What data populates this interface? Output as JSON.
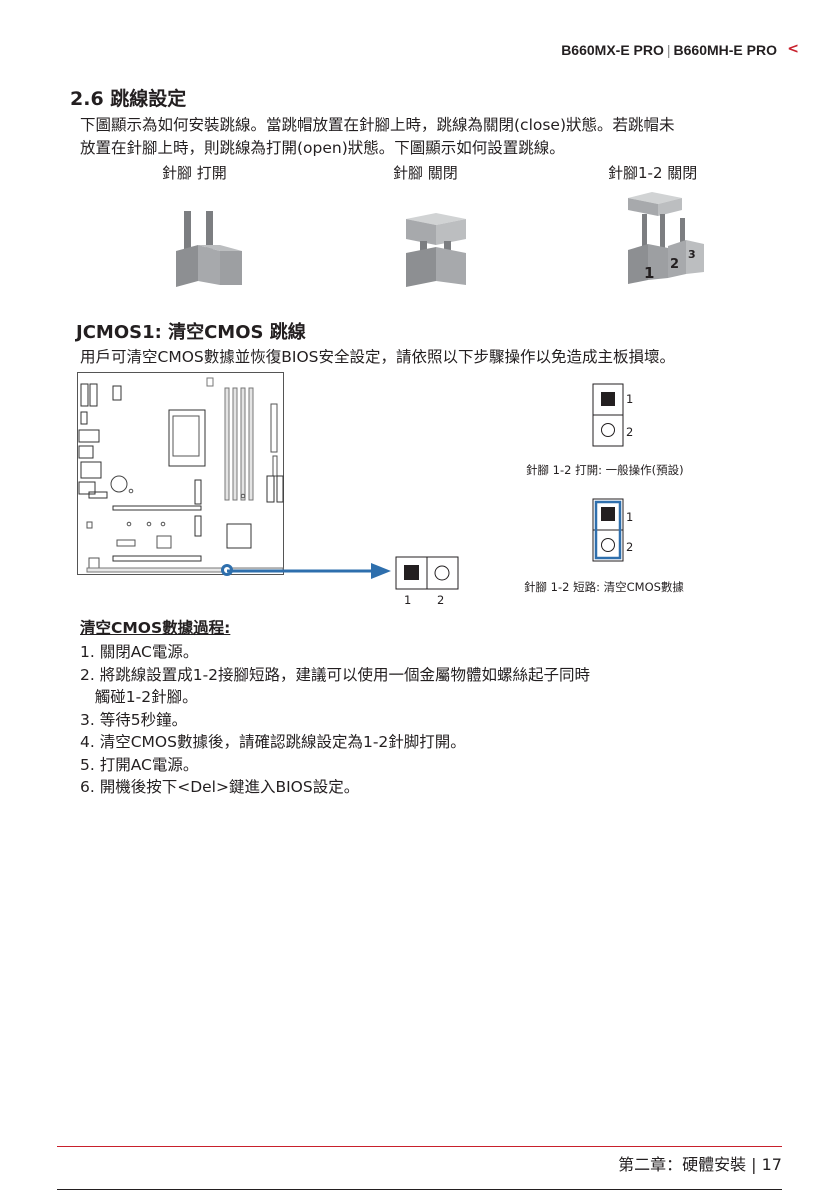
{
  "header": {
    "model_a": "B660MX-E PRO",
    "separator": "|",
    "model_b": "B660MH-E PRO",
    "arrow": "<"
  },
  "section": {
    "title": "2.6 跳線設定",
    "intro_line1": "下圖顯示為如何安裝跳線。當跳帽放置在針腳上時，跳線為關閉(close)狀態。若跳帽未",
    "intro_line2": "放置在針腳上時，則跳線為打開(open)狀態。下圖顯示如何設置跳線。"
  },
  "pin_states": [
    {
      "label": "針腳 打開"
    },
    {
      "label": "針腳 關閉"
    },
    {
      "label": "針腳1-2 關閉"
    }
  ],
  "pin_numbers_3pin": [
    "1",
    "2",
    "3"
  ],
  "jcmos": {
    "title": "JCMOS1: 清空CMOS 跳線",
    "intro": "用戶可清空CMOS數據並恢復BIOS安全設定，請依照以下步驟操作以免造成主板損壞。",
    "callout_pin1": "1",
    "callout_pin2": "2",
    "normal": {
      "pin1": "1",
      "pin2": "2",
      "caption": "針腳 1-2 打開: 一般操作(預設)"
    },
    "clear": {
      "pin1": "1",
      "pin2": "2",
      "caption": "針腳 1-2 短路: 清空CMOS數據"
    }
  },
  "steps": {
    "title": "清空CMOS數據過程:",
    "items": [
      "1. 關閉AC電源。",
      "2. 將跳線設置成1-2接腳短路，建議可以使用一個金屬物體如螺絲起子同時",
      "   觸碰1-2針腳。",
      "3. 等待5秒鐘。",
      "4. 清空CMOS數據後，請確認跳線設定為1-2針脚打開。",
      "5. 打開AC電源。",
      "6. 開機後按下<Del>鍵進入BIOS設定。"
    ]
  },
  "footer": {
    "text": "第二章：硬體安裝 | 17"
  },
  "colors": {
    "accent_red": "#c8202c",
    "callout_blue": "#2e6fad",
    "pin_gray": "#9d9fa2"
  }
}
